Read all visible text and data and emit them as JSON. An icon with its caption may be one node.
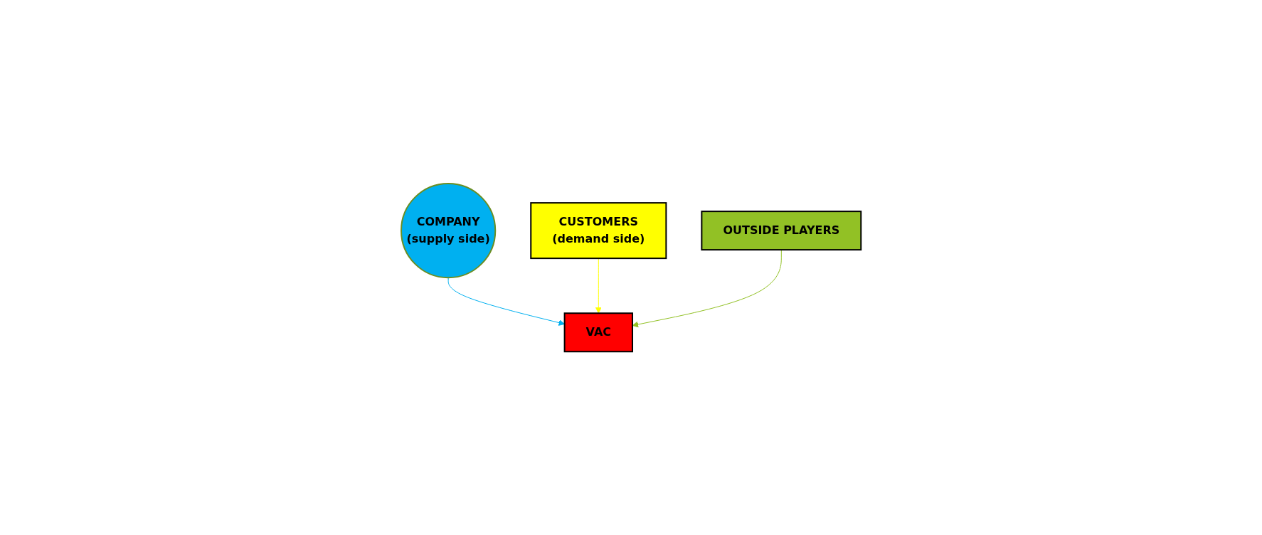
{
  "diagram": {
    "nodes": [
      {
        "text": [
          "COMPANY",
          "(supply side)"
        ]
      },
      {
        "text": [
          "VAC"
        ]
      },
      {
        "text": [
          "CUSTOMERS",
          "(demand side)"
        ]
      },
      {
        "text": [
          "OUTSIDE PLAYERS"
        ]
      }
    ],
    "edges": [
      {
        "from": 0,
        "to": 1,
        "arrow": "to",
        "color": "#00b0f0"
      },
      {
        "from": 2,
        "to": 1,
        "arrow": "to",
        "color": "#ffff00"
      },
      {
        "from": 3,
        "to": 1,
        "arrow": "to",
        "color": "#92c125"
      }
    ]
  }
}
